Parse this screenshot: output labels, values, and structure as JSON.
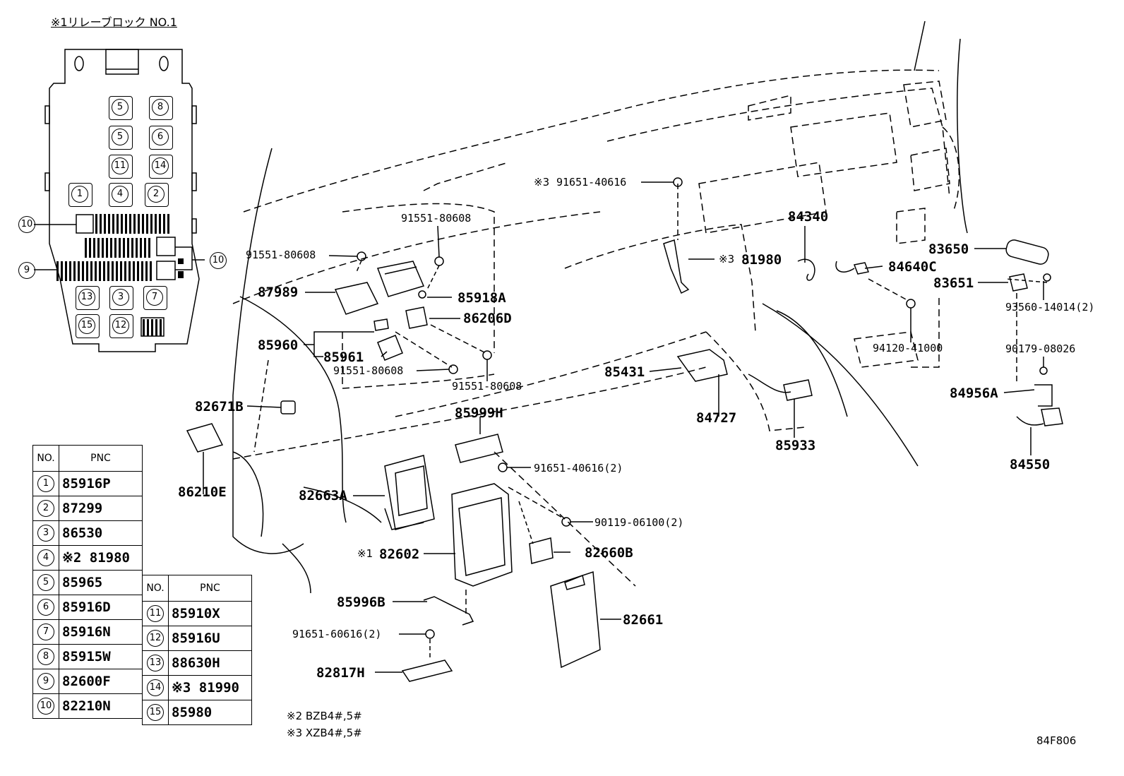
{
  "relay_block": {
    "title": "※1リレーブロック NO.1",
    "slot_numbers": [
      "5",
      "8",
      "5",
      "6",
      "11",
      "14",
      "1",
      "4",
      "2",
      "10",
      "9",
      "10",
      "13",
      "3",
      "7",
      "15",
      "12"
    ]
  },
  "callouts": {
    "c01": "91651-40616",
    "c01_mark": "※3",
    "c02": "91551-80608",
    "c03": "91551-80608",
    "c04": "87989",
    "c05": "85918A",
    "c06": "86206D",
    "c07": "85960",
    "c08": "85961",
    "c09": "91551-80608",
    "c10": "91551-80608",
    "c11": "82671B",
    "c12": "86210E",
    "c13": "85999H",
    "c14": "91651-40616(2)",
    "c15": "82663A",
    "c16": "90119-06100(2)",
    "c17": "82602",
    "c17_mark": "※1",
    "c18": "82660B",
    "c19": "85996B",
    "c20": "82661",
    "c21": "91651-60616(2)",
    "c22": "82817H",
    "c23": "84340",
    "c24": "81980",
    "c24_mark": "※3",
    "c25": "84640C",
    "c26": "94120-41000",
    "c27": "85431",
    "c28": "84727",
    "c29": "85933",
    "c30": "83650",
    "c31": "83651",
    "c32": "93560-14014(2)",
    "c33": "90179-08026",
    "c34": "84956A",
    "c35": "84550"
  },
  "table_left": {
    "header_no": "NO.",
    "header_pnc": "PNC",
    "rows": [
      {
        "no": "1",
        "pnc": "85916P"
      },
      {
        "no": "2",
        "pnc": "87299"
      },
      {
        "no": "3",
        "pnc": "86530"
      },
      {
        "no": "4",
        "pnc": "※2 81980"
      },
      {
        "no": "5",
        "pnc": "85965"
      },
      {
        "no": "6",
        "pnc": "85916D"
      },
      {
        "no": "7",
        "pnc": "85916N"
      },
      {
        "no": "8",
        "pnc": "85915W"
      },
      {
        "no": "9",
        "pnc": "82600F"
      },
      {
        "no": "10",
        "pnc": "82210N"
      }
    ]
  },
  "table_right": {
    "header_no": "NO.",
    "header_pnc": "PNC",
    "rows": [
      {
        "no": "11",
        "pnc": "85910X"
      },
      {
        "no": "12",
        "pnc": "85916U"
      },
      {
        "no": "13",
        "pnc": "88630H"
      },
      {
        "no": "14",
        "pnc": "※3 81990"
      },
      {
        "no": "15",
        "pnc": "85980"
      }
    ]
  },
  "footnotes": {
    "note2": "※2 BZB4#,5#",
    "note3": "※3 XZB4#,5#"
  },
  "figure_id": "84F806"
}
